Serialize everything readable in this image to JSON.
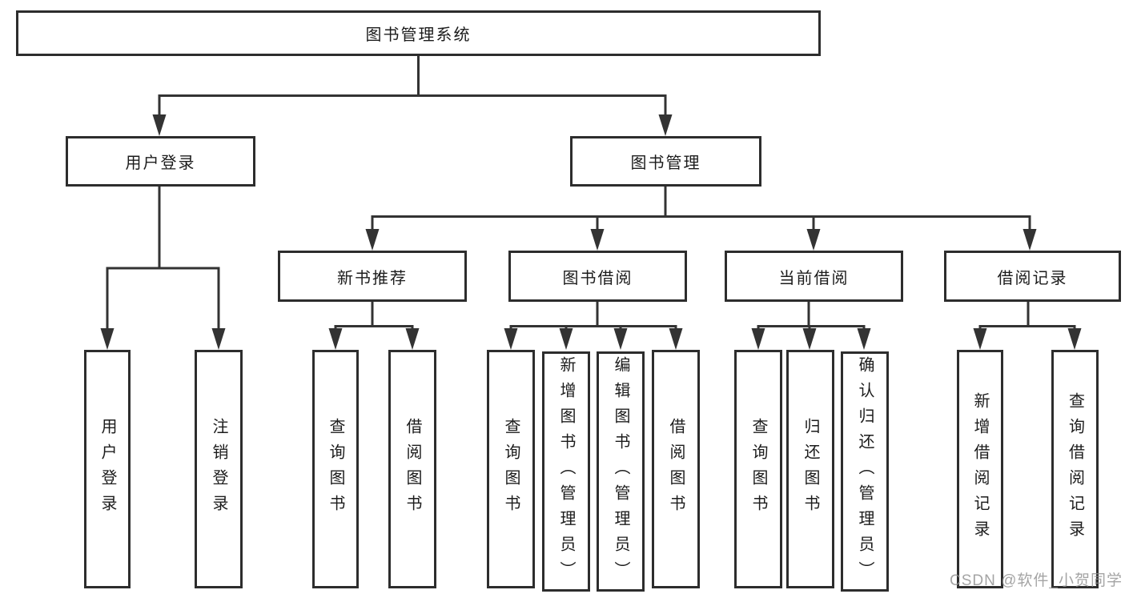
{
  "diagram_type": "hierarchy-tree",
  "tree": {
    "label": "图书管理系统",
    "children": [
      {
        "label": "用户登录",
        "children": [
          {
            "label": "用户登录"
          },
          {
            "label": "注销登录"
          }
        ]
      },
      {
        "label": "图书管理",
        "children": [
          {
            "label": "新书推荐",
            "children": [
              {
                "label": "查询图书"
              },
              {
                "label": "借阅图书"
              }
            ]
          },
          {
            "label": "图书借阅",
            "children": [
              {
                "label": "查询图书"
              },
              {
                "label": "新增图书（管理员）"
              },
              {
                "label": "编辑图书（管理员）"
              },
              {
                "label": "借阅图书"
              }
            ]
          },
          {
            "label": "当前借阅",
            "children": [
              {
                "label": "查询图书"
              },
              {
                "label": "归还图书"
              },
              {
                "label": "确认归还（管理员）"
              }
            ]
          },
          {
            "label": "借阅记录",
            "children": [
              {
                "label": "新增借阅记录"
              },
              {
                "label": "查询借阅记录"
              }
            ]
          }
        ]
      }
    ]
  },
  "watermark": {
    "text": "CSDN @软件_小贺同学"
  },
  "colors": {
    "background": "#ffffff",
    "line": "#333333",
    "box_border": "#2d2d2d",
    "text": "#1c1c1c",
    "watermark": "#8e8e8e"
  }
}
